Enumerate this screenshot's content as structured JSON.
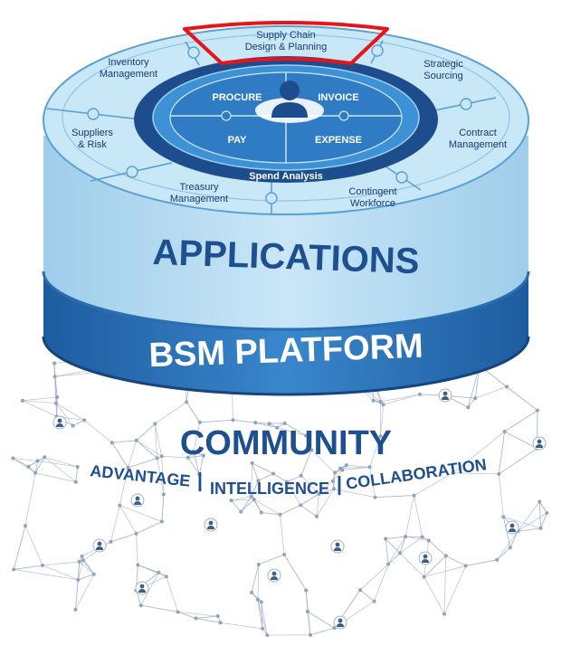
{
  "colors": {
    "ring_light": "#c8e7f7",
    "ring_stroke": "#5aa0d0",
    "center_dark": "#1d4d8c",
    "center_mid": "#2f7cc4",
    "center_light": "#3d92d6",
    "drum_mid": "#2a6db0",
    "drum_dark": "#18508f",
    "platform": "#2c74ba",
    "platform_dark": "#14457e",
    "text_dark": "#1a3a6e",
    "highlight": "#e8141a",
    "network": "#a7b4c7",
    "node_icon": "#3c5d87"
  },
  "ring_segments": [
    {
      "id": "supply-chain",
      "lines": [
        "Supply Chain",
        "Design & Planning"
      ]
    },
    {
      "id": "strategic-sourcing",
      "lines": [
        "Strategic",
        "Sourcing"
      ]
    },
    {
      "id": "contract-management",
      "lines": [
        "Contract",
        "Management"
      ]
    },
    {
      "id": "contingent-workforce",
      "lines": [
        "Contingent",
        "Workforce"
      ]
    },
    {
      "id": "treasury-management",
      "lines": [
        "Treasury",
        "Management"
      ]
    },
    {
      "id": "suppliers-risk",
      "lines": [
        "Suppliers",
        "& Risk"
      ]
    },
    {
      "id": "inventory-management",
      "lines": [
        "Inventory",
        "Management"
      ]
    }
  ],
  "center": {
    "procure": "PROCURE",
    "invoice": "INVOICE",
    "pay": "PAY",
    "expense": "EXPENSE",
    "spend_analysis": "Spend Analysis",
    "user_icon": "user-icon"
  },
  "layers": {
    "applications": "APPLICATIONS",
    "platform": "BSM PLATFORM",
    "community": "COMMUNITY"
  },
  "community_values": [
    "ADVANTAGE",
    "INTELLIGENCE",
    "COLLABORATION"
  ],
  "separator": "|"
}
